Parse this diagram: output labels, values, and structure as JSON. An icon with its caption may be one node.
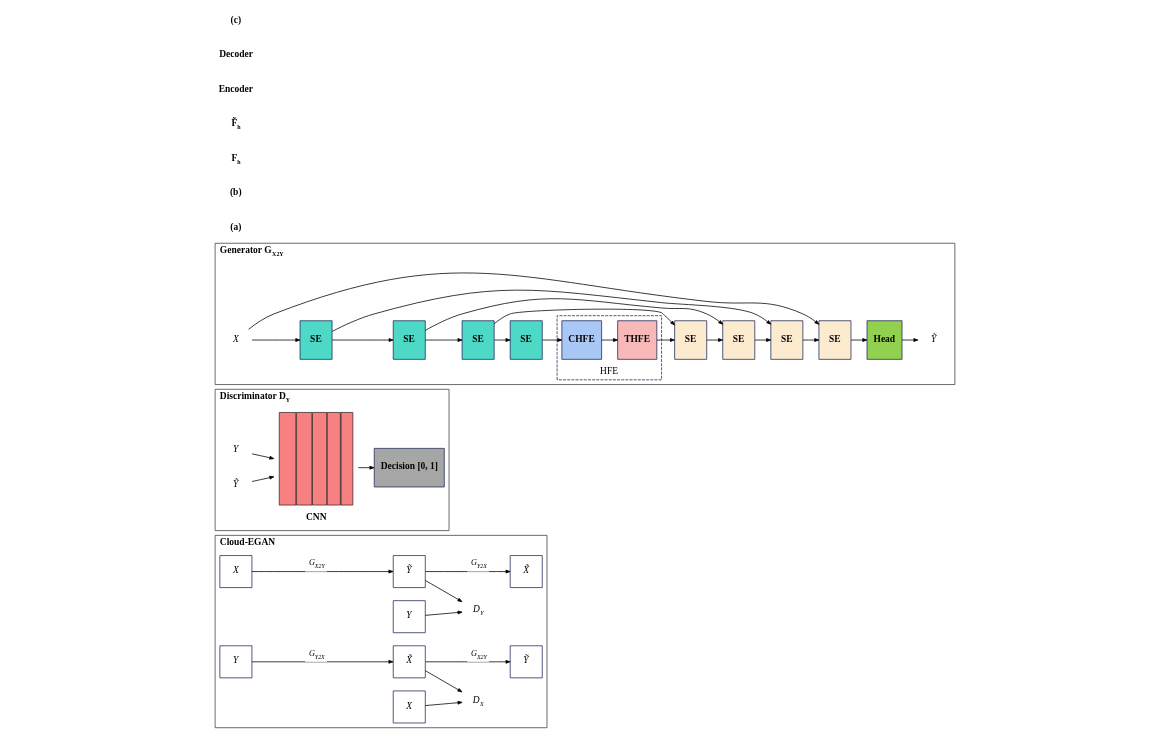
{
  "diagram": {
    "nodes": [
      {
        "text": [
          "Cloud-EGAN"
        ]
      },
      {
        "text": [
          "X"
        ],
        "in": 0
      },
      {
        "text": [
          "Ỹ"
        ],
        "in": 0
      },
      {
        "text": [
          "X̃"
        ],
        "in": 0
      },
      {
        "text": [
          "D$_{Y}$"
        ],
        "in": 0
      },
      {
        "text": [
          "Y"
        ],
        "in": 0
      },
      {
        "text": [
          "Y"
        ],
        "in": 0
      },
      {
        "text": [
          "X̃"
        ],
        "in": 0
      },
      {
        "text": [
          "Ỹ"
        ],
        "in": 0
      },
      {
        "text": [
          "D$_{X}$"
        ],
        "in": 0
      },
      {
        "text": [
          "X"
        ],
        "in": 0
      },
      {
        "text": [
          "Discriminator D$_{Y}$"
        ]
      },
      {
        "text": [
          "Y"
        ],
        "in": 11
      },
      {
        "text": [
          "Ỹ"
        ],
        "in": 11
      },
      {
        "text": [],
        "shape": "picture",
        "beside": [
          "CNN"
        ],
        "in": 11
      },
      {
        "text": [
          "Decision [0, 1]"
        ],
        "in": 11
      },
      {
        "text": [
          "Generator G$_{X2Y}$"
        ]
      },
      {
        "text": [
          "X"
        ],
        "in": 16
      },
      {
        "text": [
          "SE"
        ],
        "in": 16
      },
      {
        "text": [
          "SE"
        ],
        "in": 16
      },
      {
        "text": [
          "SE"
        ],
        "in": 16
      },
      {
        "text": [
          "SE"
        ],
        "in": 16
      },
      {
        "text": [
          "HFE"
        ],
        "in": 16
      },
      {
        "text": [
          "CHFE"
        ],
        "in": 22
      },
      {
        "text": [
          "THFE"
        ],
        "in": 22
      },
      {
        "text": [
          "SE"
        ],
        "in": 16
      },
      {
        "text": [
          "SE"
        ],
        "in": 16
      },
      {
        "text": [
          "SE"
        ],
        "in": 16
      },
      {
        "text": [
          "SE"
        ],
        "in": 16
      },
      {
        "text": [
          "Head"
        ],
        "in": 16
      },
      {
        "text": [
          "Ỹ"
        ],
        "in": 16
      }
    ],
    "edges": [
      {
        "from": 1,
        "to": 2,
        "arrow": "to",
        "label": "G$_{X2Y}$"
      },
      {
        "from": 2,
        "to": 3,
        "arrow": "to",
        "label": "G$_{Y2X}$"
      },
      {
        "from": 2,
        "to": 4,
        "arrow": "to"
      },
      {
        "from": 5,
        "to": 4,
        "arrow": "to"
      },
      {
        "from": 6,
        "to": 7,
        "arrow": "to",
        "label": "G$_{Y2X}$"
      },
      {
        "from": 7,
        "to": 8,
        "arrow": "to",
        "label": "G$_{X2Y}$"
      },
      {
        "from": 7,
        "to": 9,
        "arrow": "to"
      },
      {
        "from": 10,
        "to": 9,
        "arrow": "to"
      },
      {
        "from": 12,
        "to": 14,
        "arrow": "to"
      },
      {
        "from": 13,
        "to": 14,
        "arrow": "to"
      },
      {
        "from": 14,
        "to": 15,
        "arrow": "to"
      },
      {
        "from": 17,
        "to": 18,
        "arrow": "to"
      },
      {
        "from": 18,
        "to": 19,
        "arrow": "to"
      },
      {
        "from": 19,
        "to": 20,
        "arrow": "to"
      },
      {
        "from": 20,
        "to": 21,
        "arrow": "to"
      },
      {
        "from": 21,
        "to": 23,
        "arrow": "to"
      },
      {
        "from": 23,
        "to": 24,
        "arrow": "to"
      },
      {
        "from": 24,
        "to": 25,
        "arrow": "to"
      },
      {
        "from": 25,
        "to": 26,
        "arrow": "to"
      },
      {
        "from": 26,
        "to": 27,
        "arrow": "to"
      },
      {
        "from": 27,
        "to": 28,
        "arrow": "to"
      },
      {
        "from": 28,
        "to": 29,
        "arrow": "to"
      },
      {
        "from": 29,
        "to": 30,
        "arrow": "to"
      },
      {
        "from": 17,
        "to": 28,
        "arrow": "to"
      },
      {
        "from": 18,
        "to": 27,
        "arrow": "to"
      },
      {
        "from": 19,
        "to": 26,
        "arrow": "to"
      },
      {
        "from": 20,
        "to": 25,
        "arrow": "to"
      }
    ],
    "labels": [
      "(a)",
      "(b)",
      "F$_{h}$",
      "F̃$_{h}$",
      "Encoder",
      "Decoder",
      "(c)"
    ]
  }
}
